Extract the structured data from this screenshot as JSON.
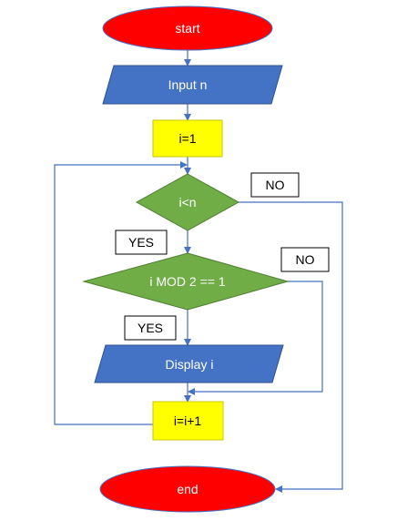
{
  "nodes": {
    "start": "start",
    "input": "Input n",
    "init": "i=1",
    "cond_loop": "i<n",
    "cond_mod": "i MOD 2 == 1",
    "display": "Display i",
    "increment": "i=i+1",
    "end": "end"
  },
  "edge_labels": {
    "loop_no": "NO",
    "loop_yes": "YES",
    "mod_no": "NO",
    "mod_yes": "YES"
  },
  "colors": {
    "terminal": "#ff0000",
    "io": "#4472c4",
    "process": "#ffff00",
    "decision": "#70ad47",
    "connector": "#4472c4"
  }
}
